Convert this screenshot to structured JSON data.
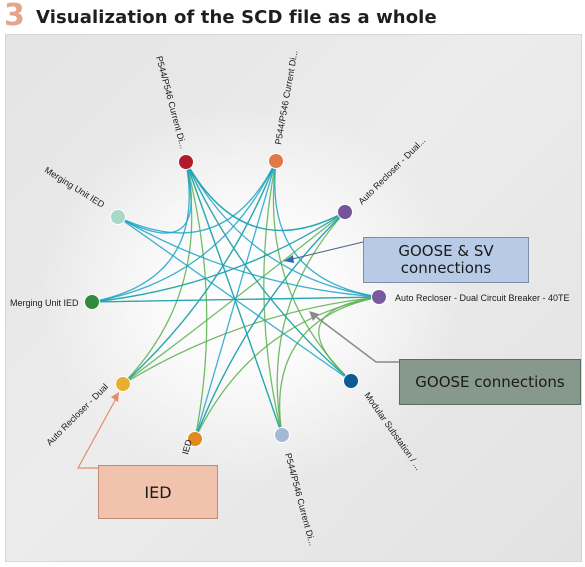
{
  "header": {
    "step_number": "3",
    "title": "Visualization of the SCD file as a whole"
  },
  "nodes": [
    {
      "id": "n1",
      "label": "P544/P546 Current Di...",
      "color": "#b31b2b"
    },
    {
      "id": "n2",
      "label": "P544/P546 Current Di...",
      "color": "#e07848"
    },
    {
      "id": "n3",
      "label": "Auto Recloser - Dual...",
      "color": "#76549a"
    },
    {
      "id": "n4",
      "label": "Auto Recloser - Dual Circuit Breaker - 40TE",
      "color": "#7a5a9e"
    },
    {
      "id": "n5",
      "label": "Modular Substation / ...",
      "color": "#0d5b94"
    },
    {
      "id": "n6",
      "label": "P544/P546 Current Di...",
      "color": "#a4b8d8"
    },
    {
      "id": "n7",
      "label": "IED",
      "color": "#e08a20"
    },
    {
      "id": "n8",
      "label": "Auto Recloser - Dual",
      "color": "#e8b030"
    },
    {
      "id": "n9",
      "label": "Merging Unit IED",
      "color": "#2f8a3c"
    },
    {
      "id": "n10",
      "label": "Merging Unit IED",
      "color": "#a8d8c8"
    }
  ],
  "connection_colors": {
    "goose_sv": "#1aa3c8",
    "goose": "#59b04c"
  },
  "callouts": {
    "goose_sv": "GOOSE & SV connections",
    "goose": "GOOSE connections",
    "ied": "IED"
  },
  "callout_colors": {
    "goose_sv": "#b7cbe6",
    "goose": "#87998a",
    "ied": "#f1c3ac"
  }
}
